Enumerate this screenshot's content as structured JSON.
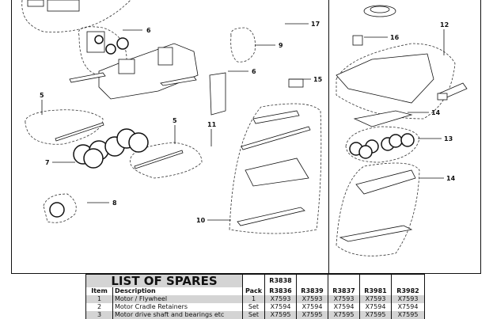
{
  "diagram": {
    "callouts": [
      "6",
      "17",
      "9",
      "6",
      "15",
      "16",
      "12",
      "5",
      "5",
      "11",
      "7",
      "8",
      "10",
      "14",
      "13",
      "14"
    ]
  },
  "spares": {
    "title": "LIST OF SPARES",
    "headers": {
      "item": "Item",
      "description": "Description",
      "pack": "Pack",
      "models_top": "R3838",
      "models": [
        "R3836",
        "R3839",
        "R3837",
        "R3981",
        "R3982"
      ]
    },
    "rows": [
      {
        "item": "1",
        "description": "Motor / Flywheel",
        "pack": "1",
        "parts": [
          "X7593",
          "X7593",
          "X7593",
          "X7593",
          "X7593"
        ]
      },
      {
        "item": "2",
        "description": "Motor Cradle Retainers",
        "pack": "Set",
        "parts": [
          "X7594",
          "X7594",
          "X7594",
          "X7594",
          "X7594"
        ]
      },
      {
        "item": "3",
        "description": "Motor drive shaft and bearings etc",
        "pack": "Set",
        "parts": [
          "X7595",
          "X7595",
          "X7595",
          "X7595",
          "X7595"
        ]
      }
    ]
  }
}
